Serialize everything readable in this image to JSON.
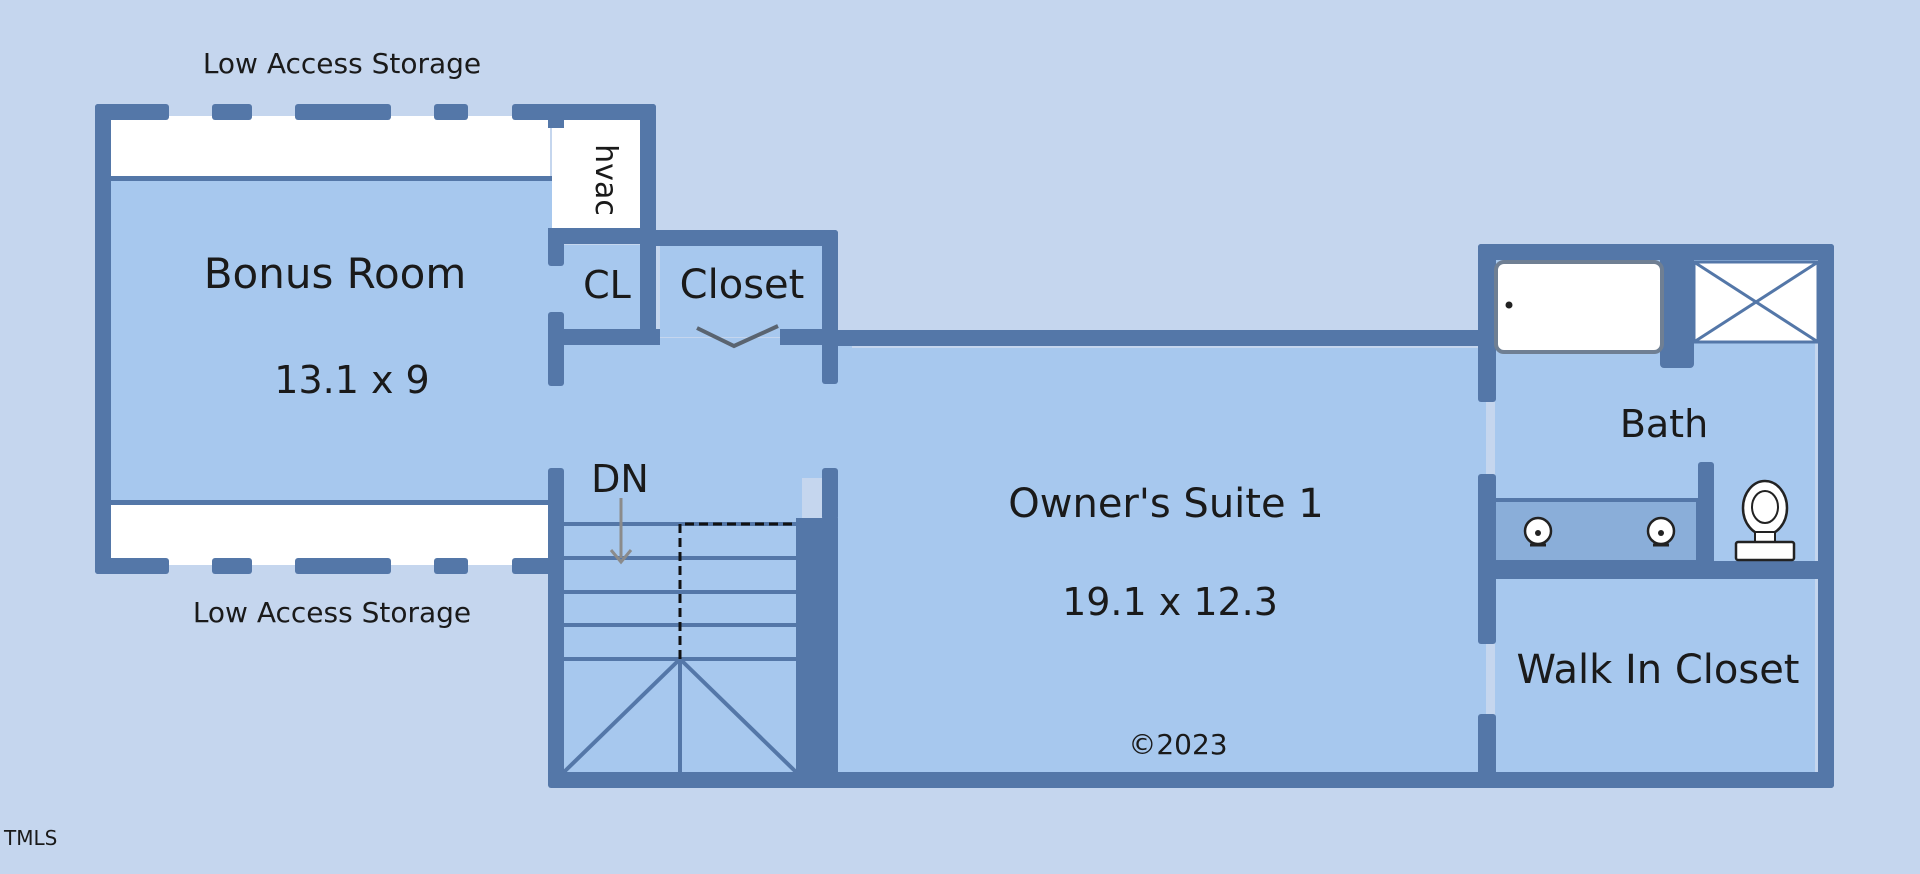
{
  "plan": {
    "storage_top": "Low Access Storage",
    "storage_bottom": "Low Access Storage",
    "hvac": "hvac",
    "closet_small": "CL",
    "closet": "Closet",
    "bonus_room": {
      "name": "Bonus Room",
      "size": "13.1 x 9"
    },
    "stairs": "DN",
    "owners_suite": {
      "name": "Owner's Suite 1",
      "size": "19.1 x 12.3"
    },
    "bath": "Bath",
    "walk_in_closet": "Walk In Closet",
    "copyright": "©2023",
    "watermark": "TMLS"
  },
  "colors": {
    "background": "#c5d6ee",
    "floor": "#a7c8ee",
    "wall": "#5477a8",
    "storage": "#ffffff",
    "vanity": "#8aaed9"
  }
}
